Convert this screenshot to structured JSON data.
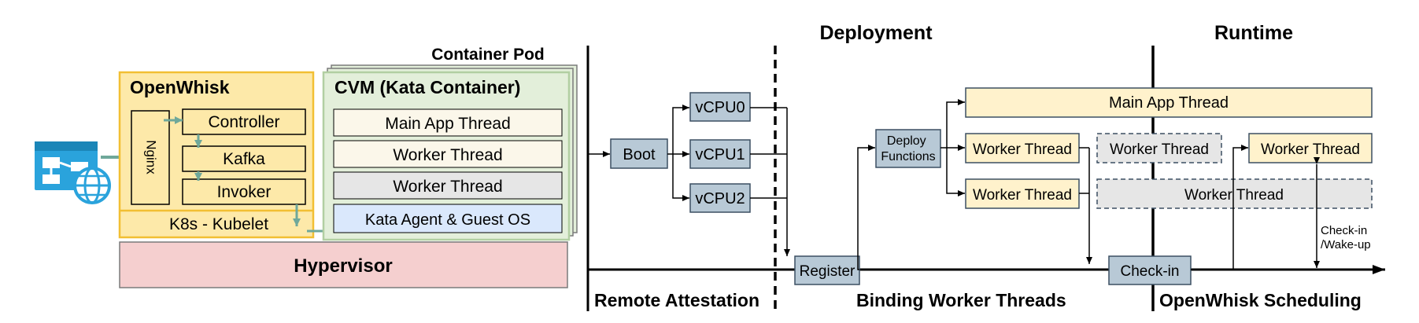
{
  "colors": {
    "openwhisk_fill": "#fde9a9",
    "openwhisk_border": "#f2bf33",
    "cvm_fill": "#e3efda",
    "cvm_border": "#b2cfa2",
    "pink": "#f5cfcf",
    "vcpu_fill": "#b8c9d6",
    "vcpu_border": "#3b4f62",
    "thread_yellow": "#fff2cc",
    "thread_grey": "#e6e6e6",
    "agent_blue": "#dae8fc",
    "teal_arrow": "#6fa89a",
    "icon_blue": "#2aa3dc"
  },
  "left": {
    "container_pod": "Container Pod",
    "openwhisk": {
      "title": "OpenWhisk",
      "nginx": "Nginx",
      "controller": "Controller",
      "kafka": "Kafka",
      "invoker": "Invoker",
      "kubelet": "K8s - Kubelet"
    },
    "cvm": {
      "title": "CVM (Kata Container)",
      "main_thread": "Main App Thread",
      "worker1": "Worker Thread",
      "worker2": "Worker Thread",
      "agent": "Kata Agent & Guest OS"
    },
    "hypervisor": "Hypervisor",
    "client_icon": "web-app-icon"
  },
  "right": {
    "phases": {
      "deployment": "Deployment",
      "runtime": "Runtime"
    },
    "bottom_labels": {
      "remote_attestation": "Remote Attestation",
      "binding": "Binding Worker Threads",
      "scheduling": "OpenWhisk Scheduling"
    },
    "boot": "Boot",
    "vcpu0": "vCPU0",
    "vcpu1": "vCPU1",
    "vcpu2": "vCPU2",
    "register": "Register",
    "deploy": "Deploy Functions",
    "main_thread": "Main App Thread",
    "worker_a": "Worker Thread",
    "worker_b": "Worker Thread",
    "worker_c": "Worker Thread",
    "worker_d": "Worker Thread",
    "worker_e": "Worker Thread",
    "checkin": "Check-in",
    "checkin_wakeup_1": "Check-in",
    "checkin_wakeup_2": "/Wake-up"
  }
}
